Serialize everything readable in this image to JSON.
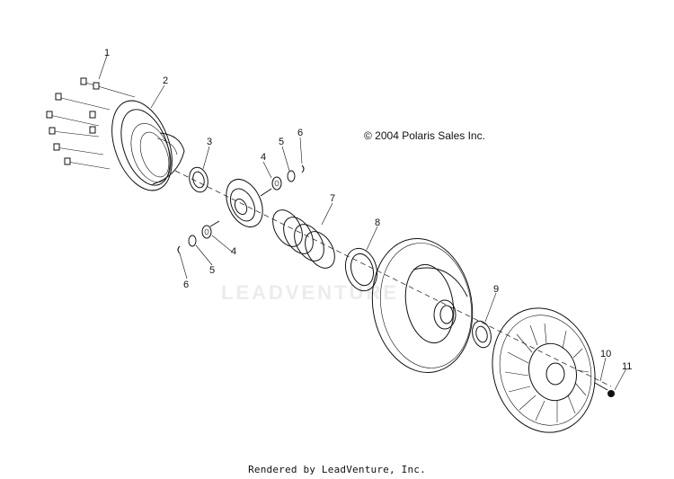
{
  "copyright": "© 2004 Polaris Sales Inc.",
  "footer": "Rendered by LeadVenture, Inc.",
  "watermark": "LEADVENTURE",
  "callouts": {
    "c1": "1",
    "c2": "2",
    "c3": "3",
    "c4a": "4",
    "c5a": "5",
    "c6a": "6",
    "c7": "7",
    "c8": "8",
    "c4b": "4",
    "c5b": "5",
    "c6b": "6",
    "c9": "9",
    "c10": "10",
    "c11": "11"
  },
  "colors": {
    "line": "#111111",
    "background": "#ffffff",
    "watermark": "#ececec"
  }
}
